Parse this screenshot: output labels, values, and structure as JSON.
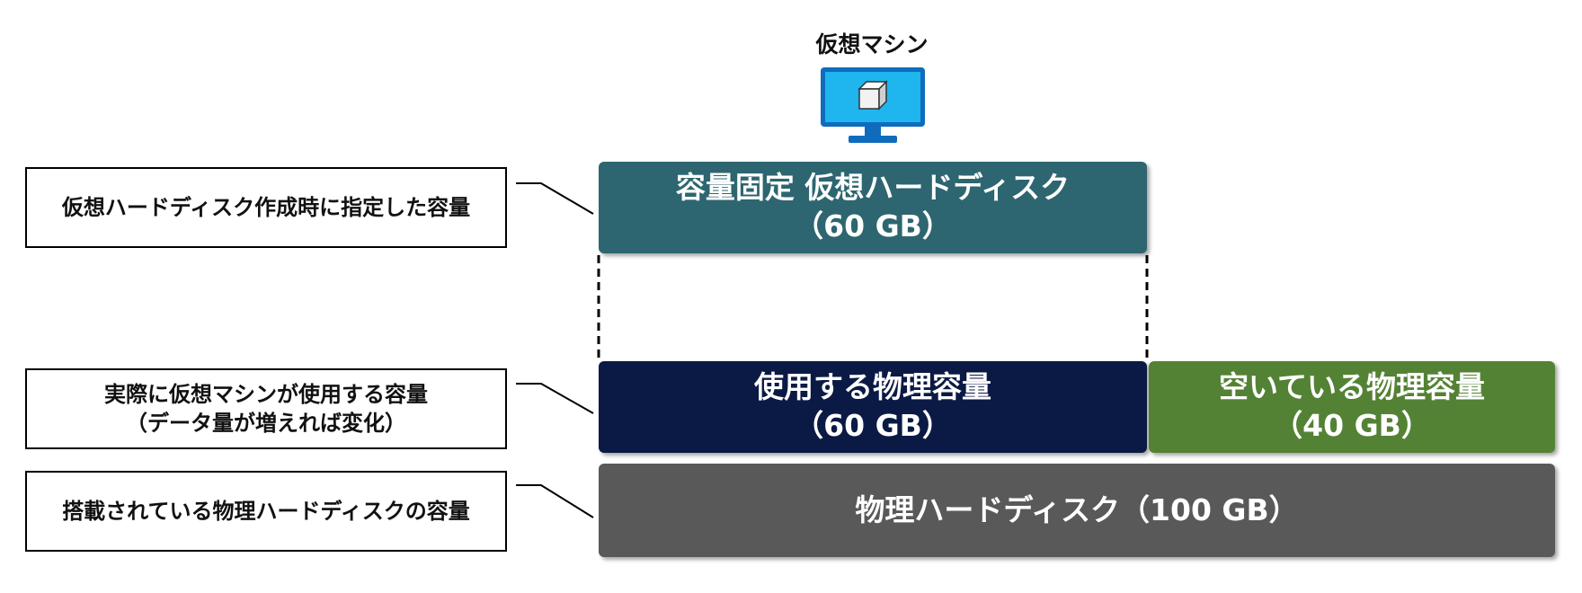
{
  "vm": {
    "title": "仮想マシン",
    "icon": "virtual-machine-monitor-icon"
  },
  "annotations": {
    "specified": "仮想ハードディスク作成時に指定した容量",
    "actual_line1": "実際に仮想マシンが使用する容量",
    "actual_line2": "（データ量が増えれば変化）",
    "installed": "搭載されている物理ハードディスクの容量"
  },
  "blocks": {
    "fixed": {
      "line1": "容量固定 仮想ハードディスク",
      "line2": "（60 GB）",
      "color": "#2d6670"
    },
    "used": {
      "line1": "使用する物理容量",
      "line2": "（60 GB）",
      "color": "#0b1a45"
    },
    "free": {
      "line1": "空いている物理容量",
      "line2": "（40 GB）",
      "color": "#548235"
    },
    "physical": {
      "label": "物理ハードディスク（100 GB）",
      "color": "#595959"
    }
  }
}
